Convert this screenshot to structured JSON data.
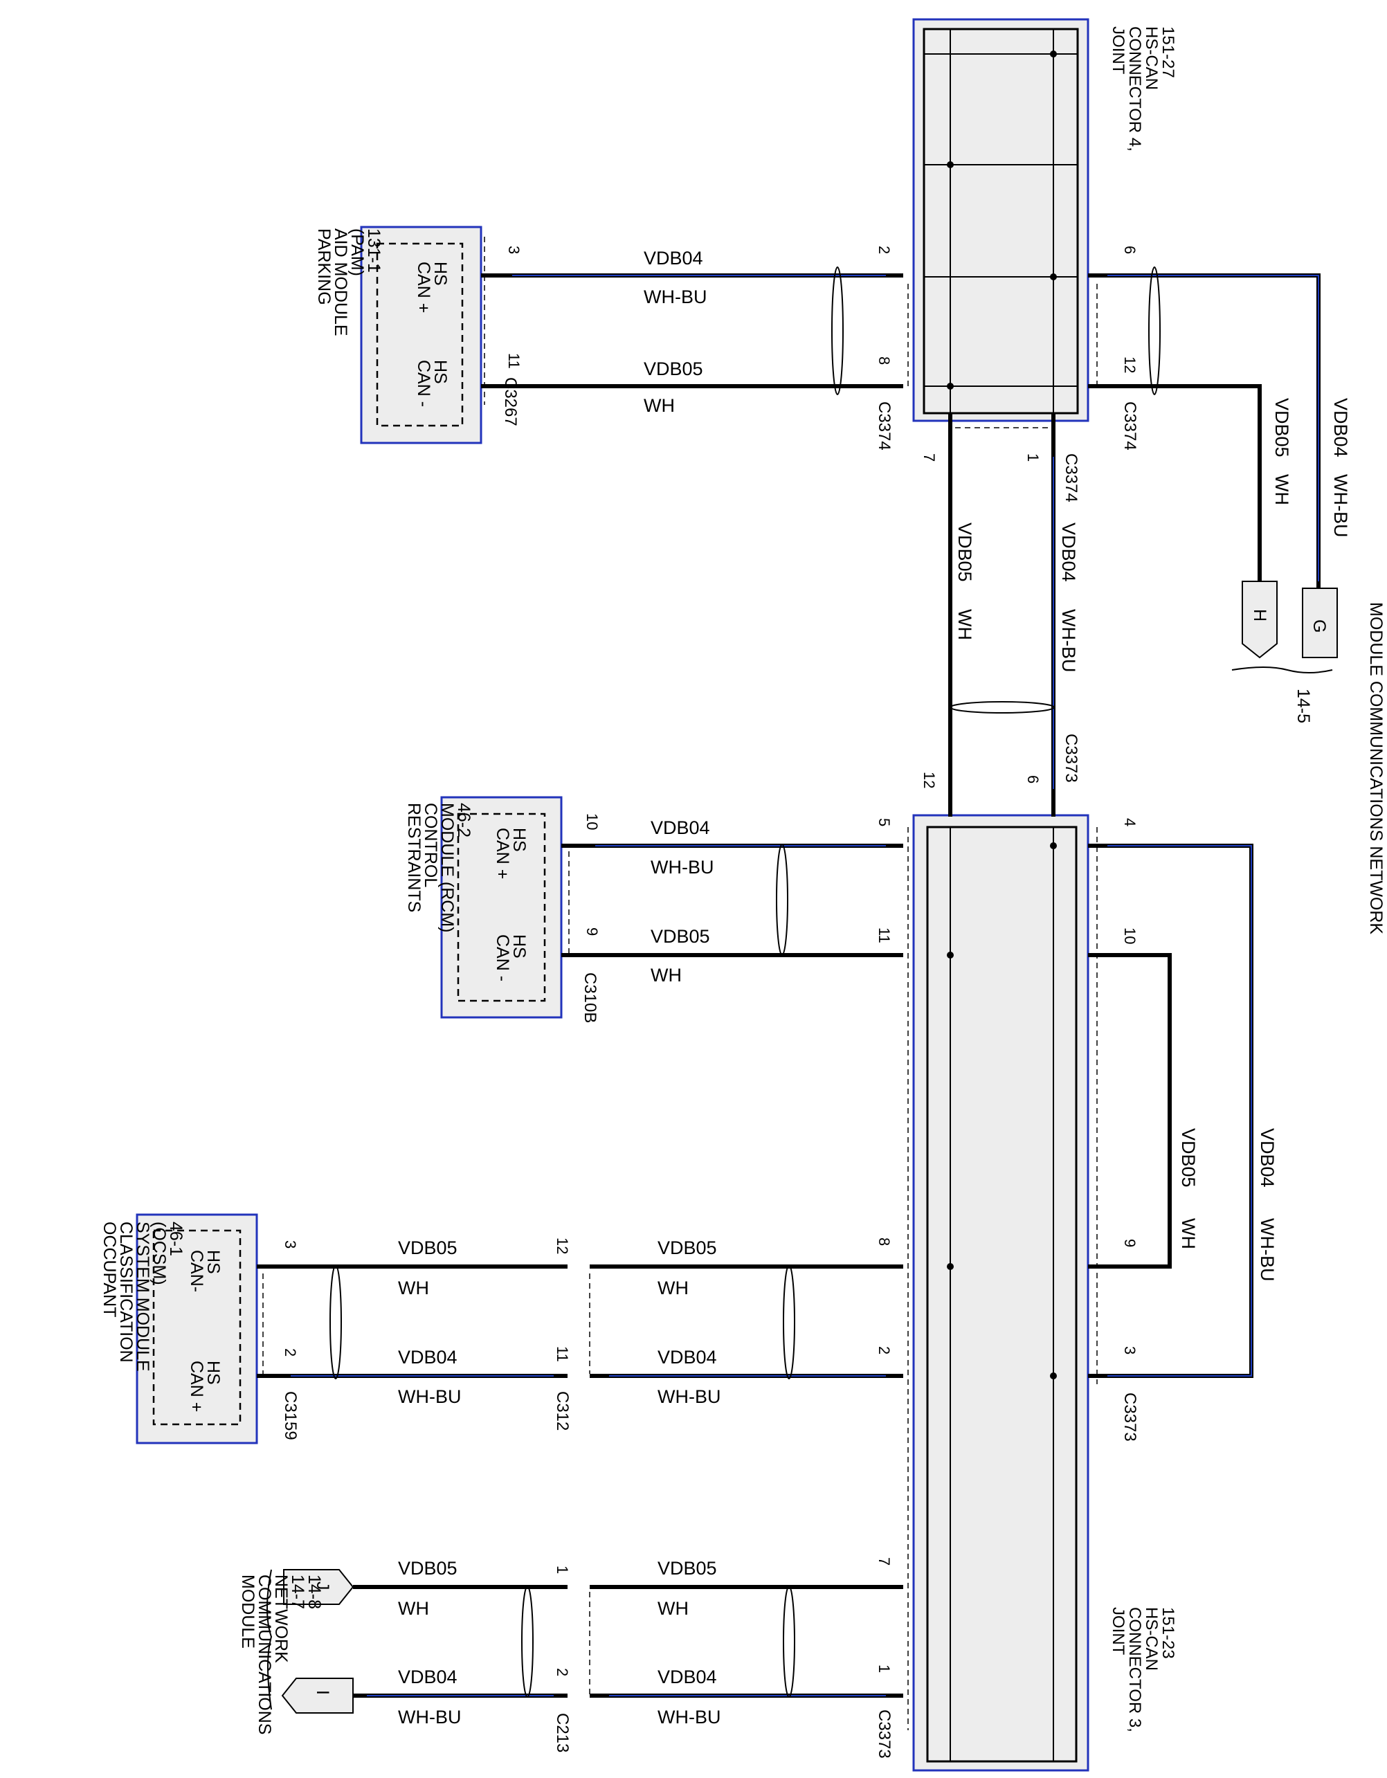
{
  "jc4": {
    "label": [
      "JOINT",
      "CONNECTOR 4,",
      "HS-CAN",
      "151-27"
    ],
    "connector": "C3374"
  },
  "jc3": {
    "label": [
      "JOINT",
      "CONNECTOR 3,",
      "HS-CAN",
      "151-23"
    ],
    "connector": "C3373"
  },
  "pam": {
    "name": [
      "PARKING",
      "AID MODULE",
      "(PAM)",
      "131-1"
    ],
    "connector": "C3267",
    "pins": [
      {
        "pin": "3",
        "label": [
          "HS",
          "CAN +"
        ]
      },
      {
        "pin": "11",
        "label": [
          "HS",
          "CAN -"
        ]
      }
    ]
  },
  "rcm": {
    "name": [
      "RESTRAINTS",
      "CONTROL",
      "MODULE (RCM)",
      "46-2"
    ],
    "connector": "C310B",
    "pins": [
      {
        "pin": "10",
        "label": [
          "HS",
          "CAN +"
        ]
      },
      {
        "pin": "9",
        "label": [
          "HS",
          "CAN -"
        ]
      }
    ]
  },
  "ocsm": {
    "name": [
      "OCCUPANT",
      "CLASSIFICATION",
      "SYSTEM MODULE",
      "(OCSM)",
      "46-1"
    ],
    "connector": "C3159",
    "pins": [
      {
        "pin": "3",
        "label": [
          "HS",
          "CAN-"
        ]
      },
      {
        "pin": "2",
        "label": [
          "HS",
          "CAN +"
        ]
      }
    ]
  },
  "mcn_top": {
    "label": "MODULE COMMUNICATIONS NETWORK",
    "page": "14-5",
    "tags": [
      "G",
      "H"
    ]
  },
  "mcn_bottom": {
    "label": [
      "MODULE",
      "COMMUNICATIONS",
      "NETWORK",
      "14-7",
      "14-8"
    ],
    "tags": [
      "J",
      "I"
    ]
  },
  "inline": {
    "c3373": "C3373",
    "c3374": "C3374",
    "c312": "C312",
    "c213": "C213"
  },
  "wires": {
    "vdb04": "VDB04",
    "vdb05": "VDB05",
    "wh": "WH",
    "whbu": "WH-BU"
  },
  "jc4_pins": {
    "p2": "2",
    "p8": "8",
    "p6": "6",
    "p12": "12",
    "p7": "7",
    "p1": "1"
  },
  "jc3_pins": {
    "p5": "5",
    "p11": "11",
    "p4": "4",
    "p10": "10",
    "p8": "8",
    "p2": "2",
    "p9": "9",
    "p3": "3",
    "p7": "7",
    "p1": "1"
  },
  "c3373_pins": {
    "p12": "12",
    "p6": "6"
  },
  "c312_pins": {
    "p12": "12",
    "p11": "11"
  },
  "c213_pins": {
    "p1": "1",
    "p2": "2"
  },
  "colors": {
    "wire": "#000000",
    "blue_stripe": "#1f3fbf",
    "module_border": "#2233bb",
    "fill": "#ededed"
  }
}
